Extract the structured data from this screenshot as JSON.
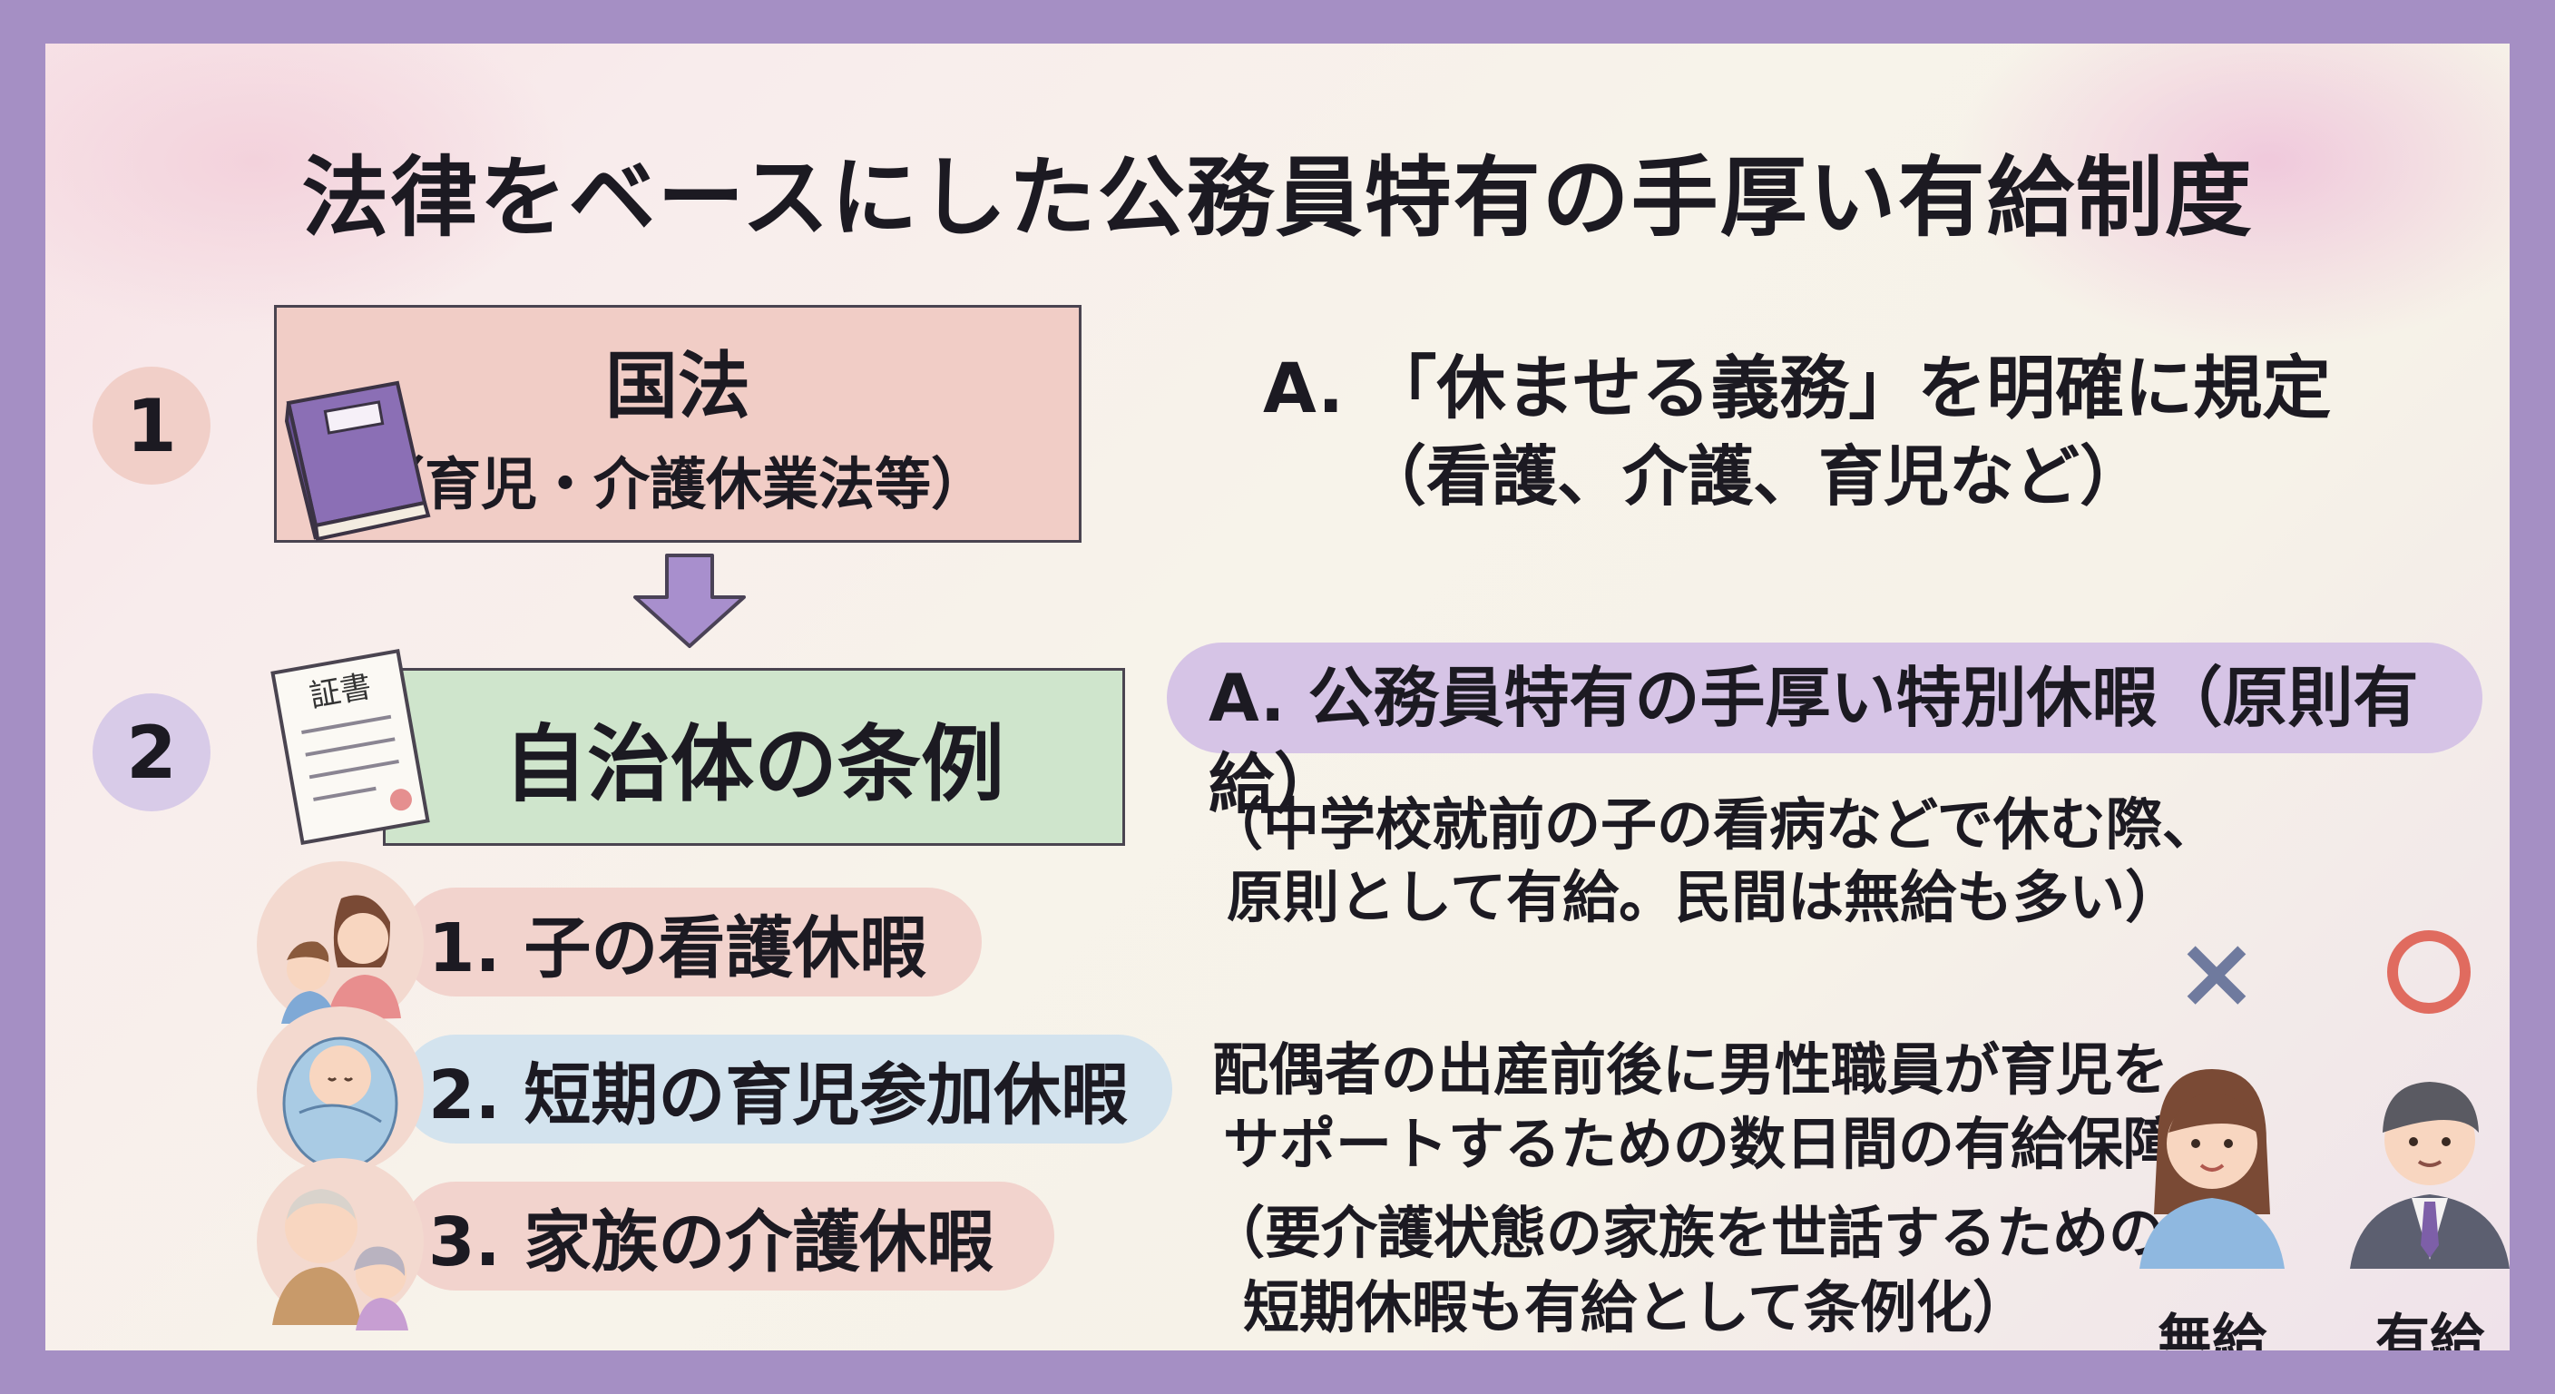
{
  "title": "法律をベースにした公務員特有の手厚い有給制度",
  "left": {
    "step1": {
      "number": "1",
      "heading": "国法",
      "sub": "（育児・介護休業法等）",
      "icon": "book-icon"
    },
    "step2": {
      "number": "2",
      "heading": "自治体の条例",
      "icon": "certificate-icon",
      "icon_text": "証書"
    },
    "arrow_icon": "down-arrow-icon",
    "items": [
      {
        "label": "1. 子の看護休暇",
        "icon": "mother-child-icon"
      },
      {
        "label": "2. 短期の育児参加休暇",
        "icon": "baby-icon"
      },
      {
        "label": "3. 家族の介護休暇",
        "icon": "elder-care-icon"
      }
    ]
  },
  "right": {
    "a1_line1": "A. 「休ませる義務」を明確に規定",
    "a1_line2": "（看護、介護、育児など）",
    "a2_heading": "A. 公務員特有の手厚い特別休暇（原則有給）",
    "note1_line1": "（中学校就前の子の看病などで休む際、",
    "note1_line2": "原則として有給。民間は無給も多い）",
    "note2_line1": "配偶者の出産前後に男性職員が育児を",
    "note2_line2": "サポートするための数日間の有給保障",
    "note3_line1": "（要介護状態の家族を世話するための",
    "note3_line2": "短期休暇も有給として条例化）"
  },
  "comparison": {
    "unpaid": {
      "mark": "×",
      "label": "無給",
      "icon": "woman-avatar-icon"
    },
    "paid": {
      "mark": "○",
      "label": "有給",
      "icon": "man-suit-avatar-icon"
    }
  },
  "colors": {
    "frame": "#a58fc4",
    "box1": "#f1cdc6",
    "box2": "#cfe5cc",
    "purple_accent": "#8c72b8",
    "cross": "#6f7a9e",
    "circle": "#e06b5f"
  }
}
